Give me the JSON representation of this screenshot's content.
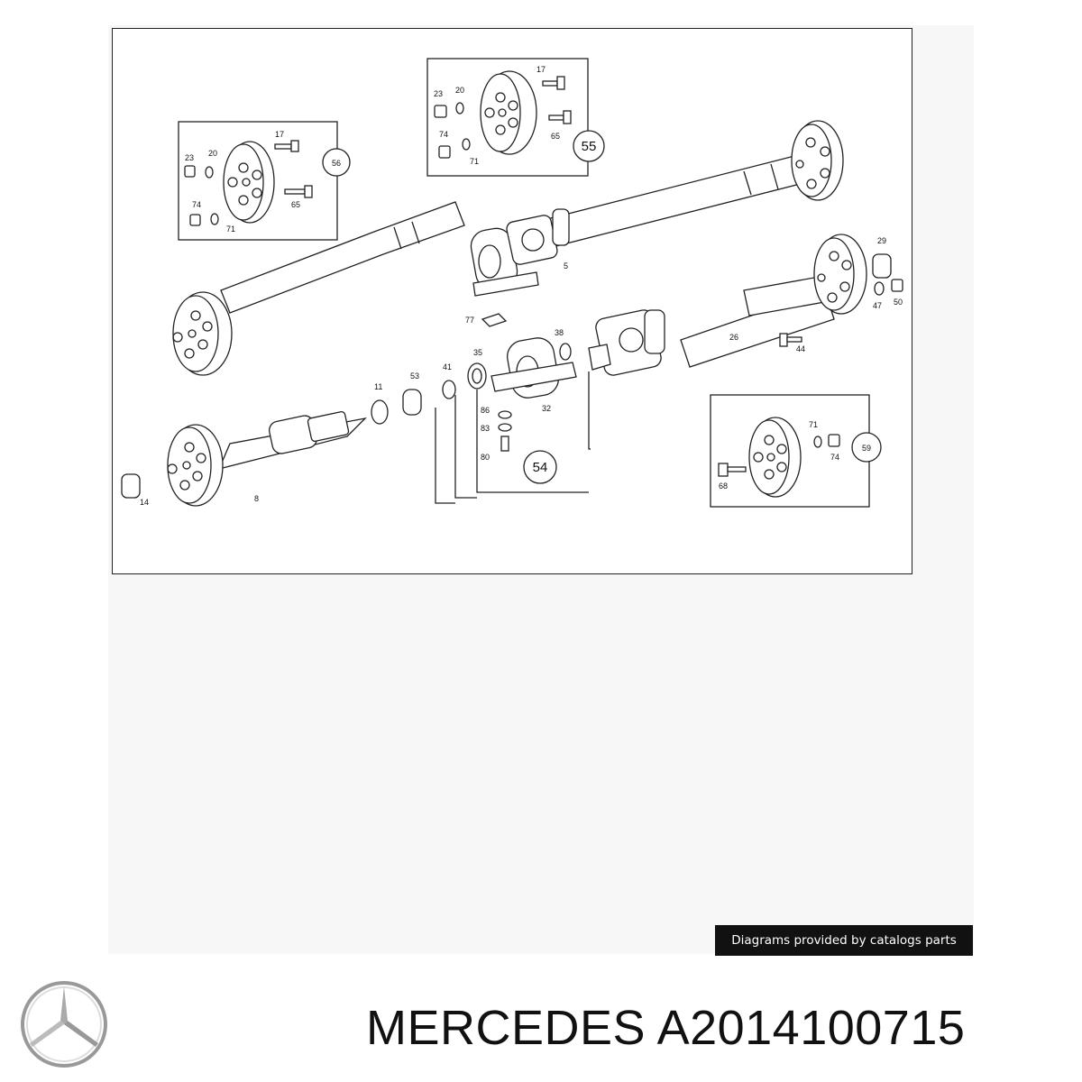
{
  "diagram": {
    "part_labels": {
      "p5": "5",
      "p8": "8",
      "p11": "11",
      "p14": "14",
      "p17": "17",
      "p20": "20",
      "p23": "23",
      "p26": "26",
      "p29": "29",
      "p32": "32",
      "p35": "35",
      "p38": "38",
      "p41": "41",
      "p44": "44",
      "p47": "47",
      "p50": "50",
      "p53": "53",
      "p65": "65",
      "p68": "68",
      "p71": "71",
      "p74": "74",
      "p77": "77",
      "p80": "80",
      "p83": "83",
      "p86": "86"
    },
    "kit_labels": {
      "k54": "54",
      "k55": "55",
      "k56": "56",
      "k59": "59"
    }
  },
  "credit": "Diagrams provided by catalogs parts",
  "title": "MERCEDES A2014100715",
  "logo_icon": "mercedes-star-icon"
}
